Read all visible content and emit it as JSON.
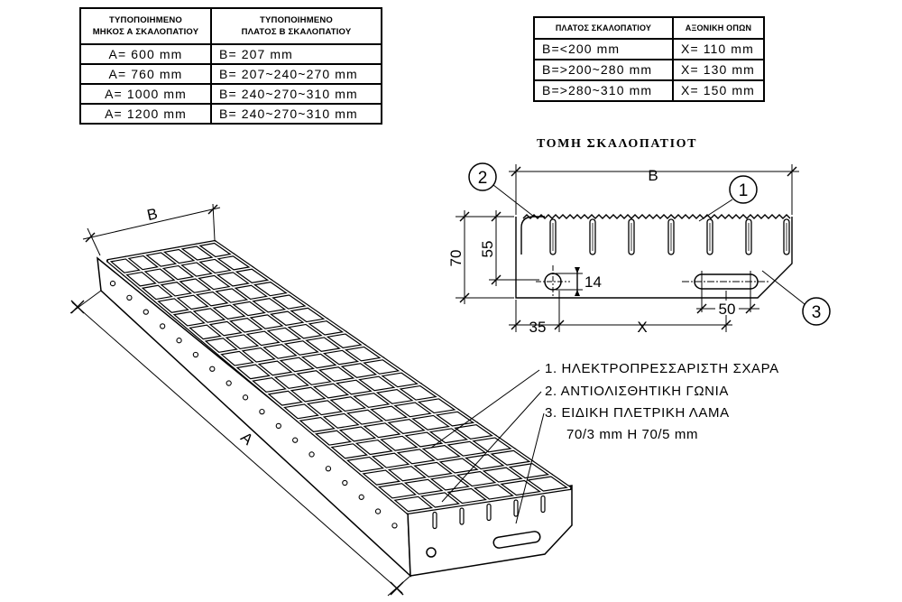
{
  "table1": {
    "header": [
      [
        "ΤΥΠΟΠΟΙΗΜΕΝΟ",
        "ΜΗΚΟΣ Α ΣΚΑΛΟΠΑΤΙΟΥ"
      ],
      [
        "ΤΥΠΟΠΟΙΗΜΕΝΟ",
        "ΠΛΑΤΟΣ Β ΣΚΑΛΟΠΑΤΙΟΥ"
      ]
    ],
    "rows": [
      [
        "A= 600 mm",
        "B= 207 mm"
      ],
      [
        "A= 760 mm",
        "B= 207~240~270 mm"
      ],
      [
        "A= 1000 mm",
        "B= 240~270~310 mm"
      ],
      [
        "A= 1200 mm",
        "B= 240~270~310 mm"
      ]
    ]
  },
  "table2": {
    "header": [
      "ΠΛΑΤΟΣ ΣΚΑΛΟΠΑΤΙΟΥ",
      "ΑΞΟΝΙΚΗ ΟΠΩΝ"
    ],
    "rows": [
      [
        "B=<200 mm",
        "X= 110 mm"
      ],
      [
        "B=>200~280 mm",
        "X= 130 mm"
      ],
      [
        "B=>280~310 mm",
        "X= 150 mm"
      ]
    ]
  },
  "section": {
    "title": "ΤΟΜΗ ΣΚΑΛΟΠΑΤΙΟΤ",
    "dim_width": "B",
    "dim_height_total": "70",
    "dim_height_hole": "55",
    "dim_hole_diameter": "14",
    "dim_edge_offset": "35",
    "dim_hole_spacing": "X",
    "dim_slot_length": "50",
    "callouts": [
      "1",
      "2",
      "3"
    ]
  },
  "isometric": {
    "dim_width": "B",
    "dim_length": "A"
  },
  "legend": {
    "items": [
      "1. ΗΛΕΚΤΡΟΠΡΕΣΣΑΡΙΣΤΗ ΣΧΑΡΑ",
      "2. ΑΝΤΙΟΛΙΣΘΗΤΙΚΗ ΓΩΝΙΑ",
      "3. ΕΙΔΙΚΗ ΠΛΕΤΡΙΚΗ ΛΑΜΑ"
    ],
    "note": "70/3 mm Η 70/5 mm"
  },
  "colors": {
    "ink": "#000000",
    "paper": "#ffffff"
  }
}
